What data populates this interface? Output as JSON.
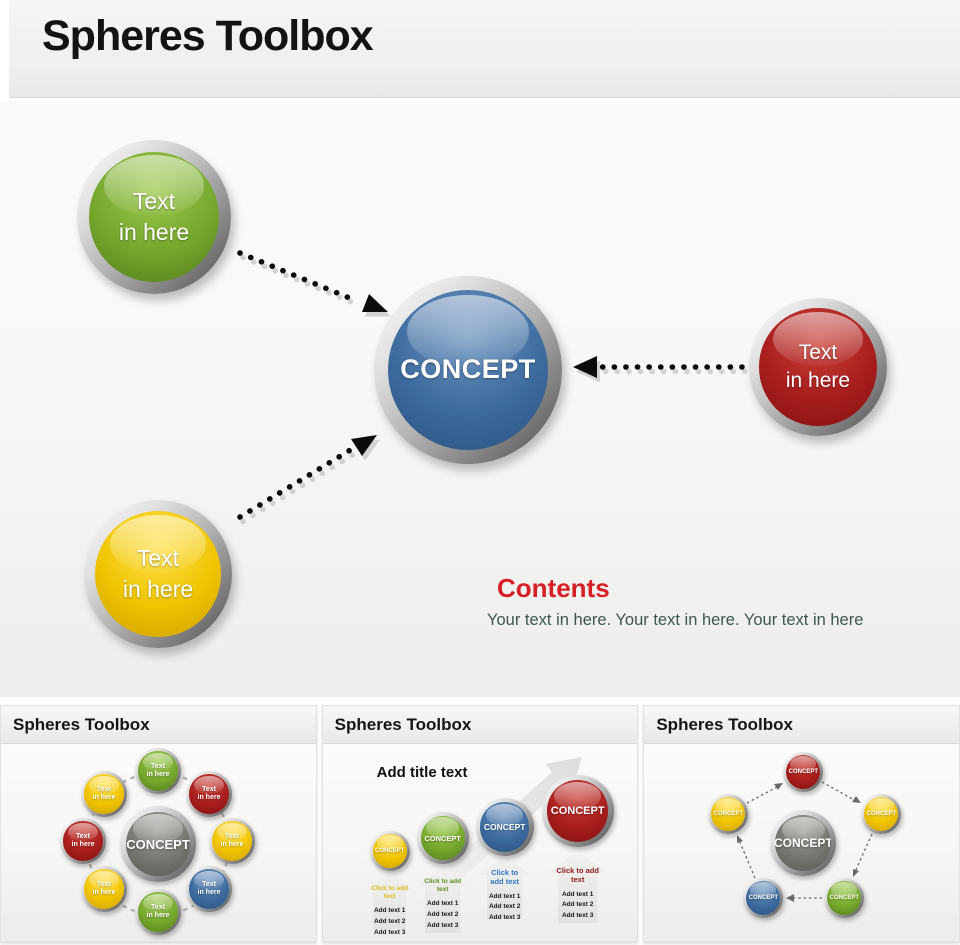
{
  "main": {
    "title": "Spheres Toolbox",
    "sphere_green_label": "Text\nin here",
    "sphere_center_label": "CONCEPT",
    "sphere_red_label": "Text\nin here",
    "sphere_yellow_label": "Text\nin here",
    "contents_heading": "Contents",
    "contents_body": "Your text in here. Your text in here. Your text in here"
  },
  "thumbnails": [
    {
      "title": "Spheres Toolbox",
      "center_label": "CONCEPT",
      "satellites": [
        "Text\nin here",
        "Text\nin here",
        "Text\nin here",
        "Text\nin here",
        "Text\nin here",
        "Text\nin here",
        "Text\nin here",
        "Text\nin here"
      ]
    },
    {
      "title": "Spheres Toolbox",
      "heading": "Add title text",
      "columns": [
        {
          "sphere": "CONCEPT",
          "click": "Click to add\ntext",
          "items": [
            "Add text 1",
            "Add text 2",
            "Add text 3"
          ]
        },
        {
          "sphere": "CONCEPT",
          "click": "Click to add\ntext",
          "items": [
            "Add text 1",
            "Add text 2",
            "Add text 3"
          ]
        },
        {
          "sphere": "CONCEPT",
          "click": "Click to\nadd text",
          "items": [
            "Add text 1",
            "Add text 2",
            "Add text 3"
          ]
        },
        {
          "sphere": "CONCEPT",
          "click": "Click to add\ntext",
          "items": [
            "Add text 1",
            "Add text 2",
            "Add text 3"
          ]
        }
      ]
    },
    {
      "title": "Spheres Toolbox",
      "center_label": "CONCEPT",
      "satellites": [
        "CONCEPT",
        "CONCEPT",
        "CONCEPT",
        "CONCEPT",
        "CONCEPT"
      ]
    }
  ],
  "colors": {
    "green": "#76a82e",
    "blue": "#3c6b9e",
    "red": "#a81e1e",
    "yellow": "#efc400",
    "gray": "#73776f",
    "contents_heading": "#d61f26",
    "contents_body": "#3f5650"
  }
}
